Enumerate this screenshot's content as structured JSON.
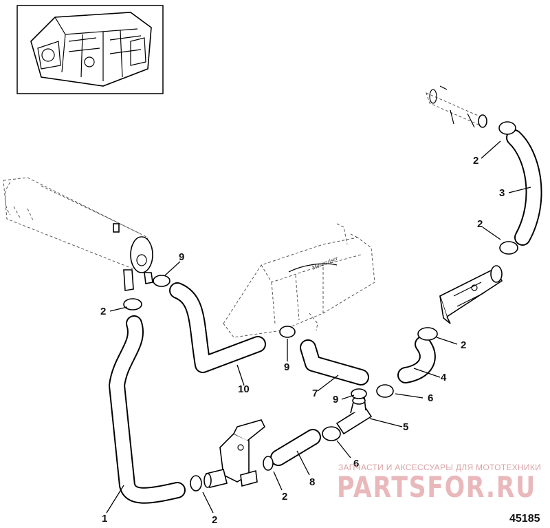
{
  "diagram": {
    "drawing_id": "45185",
    "watermark": {
      "tagline": "ЗАПЧАСТИ И АКСЕССУАРЫ ДЛЯ МОТОТЕХНИКИ",
      "brand": "PARTSFOR.RU"
    },
    "callouts": [
      {
        "id": "c-2-a",
        "text": "2"
      },
      {
        "id": "c-3",
        "text": "3"
      },
      {
        "id": "c-2-b",
        "text": "2"
      },
      {
        "id": "c-9-a",
        "text": "9"
      },
      {
        "id": "c-2-c",
        "text": "2"
      },
      {
        "id": "c-2-d",
        "text": "2"
      },
      {
        "id": "c-4",
        "text": "4"
      },
      {
        "id": "c-9-b",
        "text": "9"
      },
      {
        "id": "c-10",
        "text": "10"
      },
      {
        "id": "c-7",
        "text": "7"
      },
      {
        "id": "c-9-c",
        "text": "9"
      },
      {
        "id": "c-6-a",
        "text": "6"
      },
      {
        "id": "c-5",
        "text": "5"
      },
      {
        "id": "c-6-b",
        "text": "6"
      },
      {
        "id": "c-8",
        "text": "8"
      },
      {
        "id": "c-2-e",
        "text": "2"
      },
      {
        "id": "c-1",
        "text": "1"
      },
      {
        "id": "c-2-f",
        "text": "2"
      }
    ]
  }
}
